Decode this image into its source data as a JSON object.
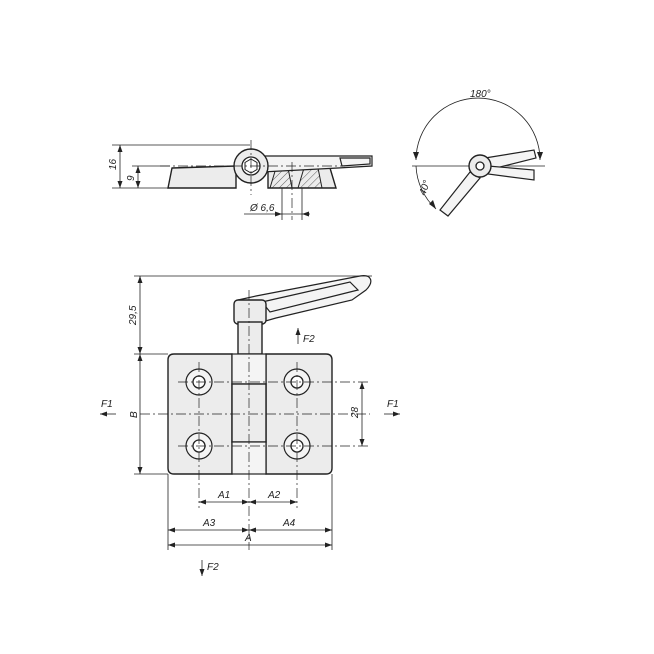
{
  "dimensions": {
    "d16": "16",
    "d9": "9",
    "d66": "Ø 6,6",
    "angle180": "180°",
    "angle40": "40°",
    "d295": "29,5",
    "B": "B",
    "d28": "28",
    "A1": "A1",
    "A2": "A2",
    "A3": "A3",
    "A4": "A4",
    "A": "A"
  },
  "forces": {
    "F1_left": "F1",
    "F1_right": "F1",
    "F2_top": "F2",
    "F2_bottom": "F2"
  }
}
